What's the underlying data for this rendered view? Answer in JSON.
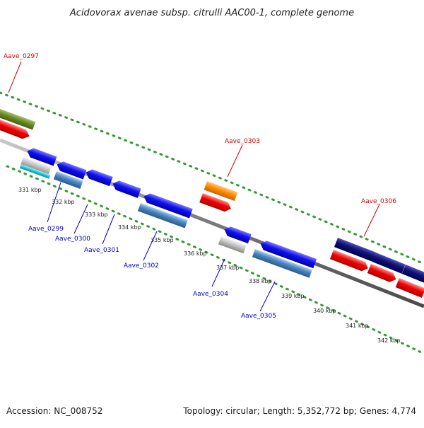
{
  "title": "Acidovorax avenae subsp. citrulli AAC00-1, complete genome",
  "footer": {
    "accession": "Accession: NC_008752",
    "topology": "Topology: circular; Length: 5,352,772 bp; Genes: 4,774"
  },
  "ticks": [
    "331 kbp",
    "332 kbp",
    "333 kbp",
    "334 kbp",
    "335 kbp",
    "336 kbp",
    "337 kbp",
    "338 kbp",
    "339 kbp",
    "340 kbp",
    "341 kbp",
    "342 kbp"
  ],
  "gene_labels": {
    "forward": [
      "Aave_0297",
      "Aave_0303",
      "Aave_0306"
    ],
    "reverse": [
      "Aave_0299",
      "Aave_0300",
      "Aave_0301",
      "Aave_0302",
      "Aave_0304",
      "Aave_0305"
    ]
  },
  "colors": {
    "forward_label": "#d40000",
    "reverse_label": "#0000cc",
    "backbone": "#8a8a8a",
    "dotted_track": "#1f8f1f",
    "cds": "#0000ee",
    "cds_dark": "#00007a",
    "gene_red": "#ee0000",
    "gene_steel": "#4a84c0",
    "gene_orange": "#ff8c00",
    "gene_olive": "#6b8e23",
    "gene_gray": "#b8b8b8",
    "gene_cyan": "#20c8d8"
  }
}
